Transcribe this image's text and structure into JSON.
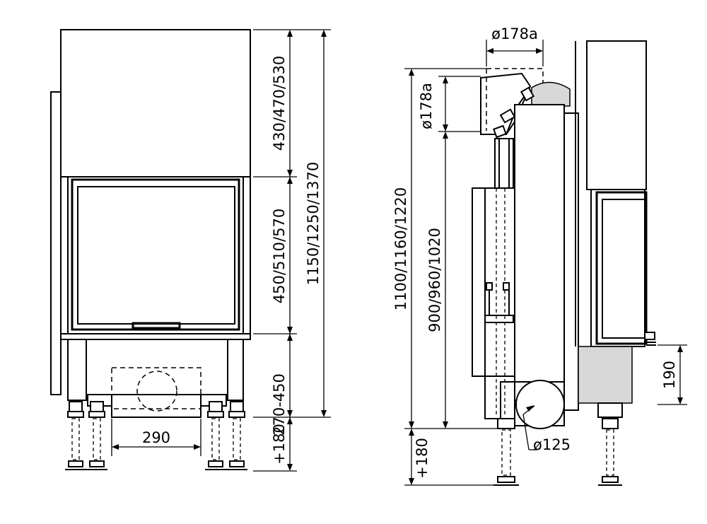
{
  "dimensions": {
    "top_height": "430/470/530",
    "door_height": "450/510/570",
    "total_height": "1150/1250/1370",
    "base_height": "270-450",
    "leg_front": "+180",
    "width_290": "290",
    "side_total": "1100/1160/1220",
    "side_mid": "900/960/1020",
    "side_leg": "+180",
    "flue_vertical": "ø178a",
    "flue_top": "ø178a",
    "air_inlet": "ø125",
    "right_190": "190"
  }
}
